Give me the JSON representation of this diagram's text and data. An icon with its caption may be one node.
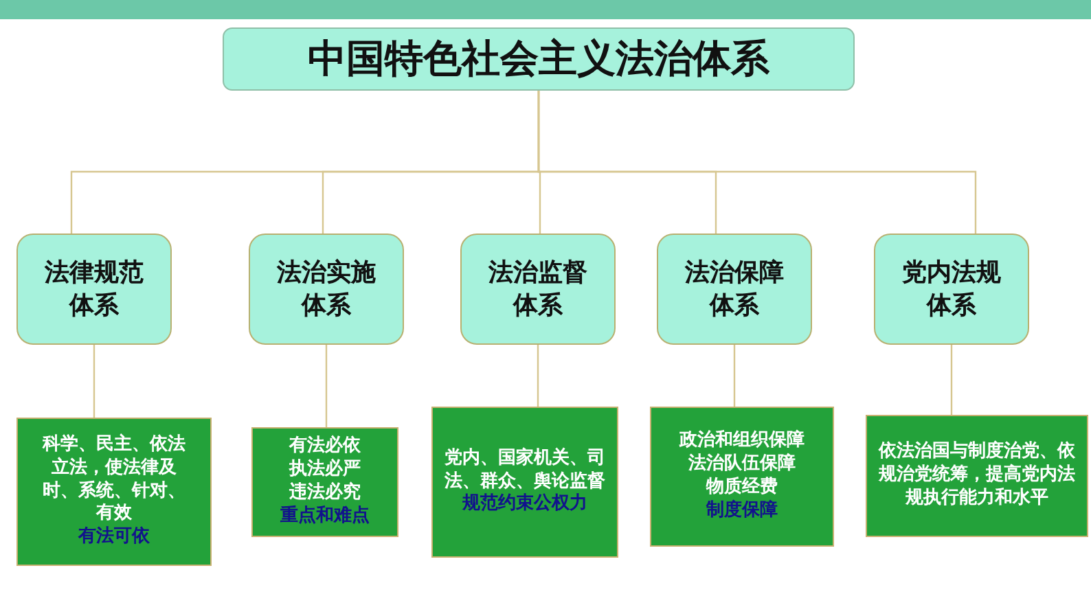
{
  "diagram": {
    "nodes": [
      {
        "text": [
          "中国特色社会主义法治体系"
        ]
      },
      {
        "text": [
          "法律规范体系"
        ]
      },
      {
        "text": [
          "法治实施体系"
        ]
      },
      {
        "text": [
          "法治监督体系"
        ]
      },
      {
        "text": [
          "法治保障体系"
        ]
      },
      {
        "text": [
          "党内法规体系"
        ]
      },
      {
        "text": [
          "科学、民主、依法立法，使法律及时、系统、针对、有效",
          "有法可依"
        ]
      },
      {
        "text": [
          "有法必依",
          "执法必严",
          "违法必究",
          "重点和难点"
        ]
      },
      {
        "text": [
          "党内、国家机关、司法、群众、舆论监督",
          "规范约束公权力"
        ]
      },
      {
        "text": [
          "政治和组织保障",
          "法治队伍保障",
          "物质经费",
          "制度保障"
        ]
      },
      {
        "text": [
          "依法治国与制度治党、依规治党统筹，提高党内法规执行能力和水平"
        ]
      }
    ],
    "edges": [
      {
        "from": 0,
        "to": 1,
        "arrow": "none"
      },
      {
        "from": 0,
        "to": 2,
        "arrow": "none"
      },
      {
        "from": 0,
        "to": 3,
        "arrow": "none"
      },
      {
        "from": 0,
        "to": 4,
        "arrow": "none"
      },
      {
        "from": 0,
        "to": 5,
        "arrow": "none"
      },
      {
        "from": 1,
        "to": 6,
        "arrow": "none"
      },
      {
        "from": 2,
        "to": 7,
        "arrow": "none"
      },
      {
        "from": 3,
        "to": 8,
        "arrow": "none"
      },
      {
        "from": 4,
        "to": 9,
        "arrow": "none"
      },
      {
        "from": 5,
        "to": 10,
        "arrow": "none"
      }
    ]
  }
}
